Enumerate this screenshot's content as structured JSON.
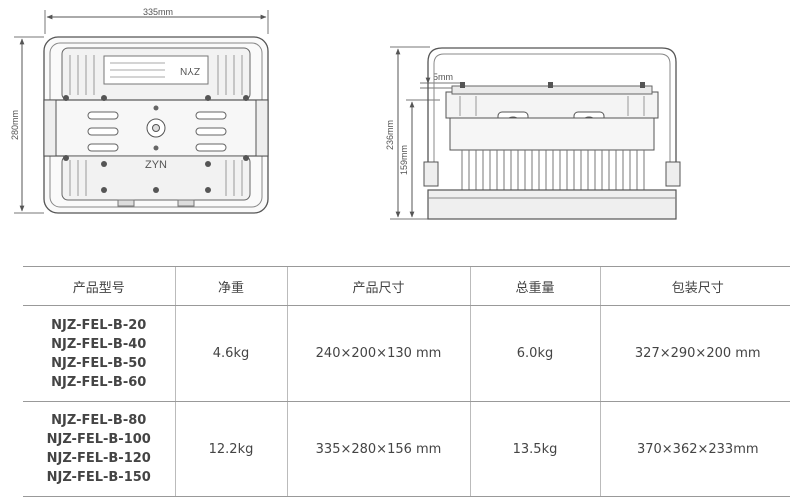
{
  "drawing": {
    "front_view": {
      "width_label": "335mm",
      "height_label": "280mm",
      "housing_text": "ZYN",
      "nameplate_text": "ZYN"
    },
    "side_view": {
      "gap_label": "5mm",
      "total_height_label": "236mm",
      "body_height_label": "159mm"
    }
  },
  "table": {
    "headers": [
      "产品型号",
      "净重",
      "产品尺寸",
      "总重量",
      "包装尺寸"
    ],
    "groups": [
      {
        "models": [
          "NJZ-FEL-B-20",
          "NJZ-FEL-B-40",
          "NJZ-FEL-B-50",
          "NJZ-FEL-B-60"
        ],
        "net_weight": "4.6kg",
        "product_size": "240×200×130 mm",
        "gross_weight": "6.0kg",
        "package_size": "327×290×200 mm"
      },
      {
        "models": [
          "NJZ-FEL-B-80",
          "NJZ-FEL-B-100",
          "NJZ-FEL-B-120",
          "NJZ-FEL-B-150"
        ],
        "net_weight": "12.2kg",
        "product_size": "335×280×156 mm",
        "gross_weight": "13.5kg",
        "package_size": "370×362×233mm"
      }
    ]
  }
}
